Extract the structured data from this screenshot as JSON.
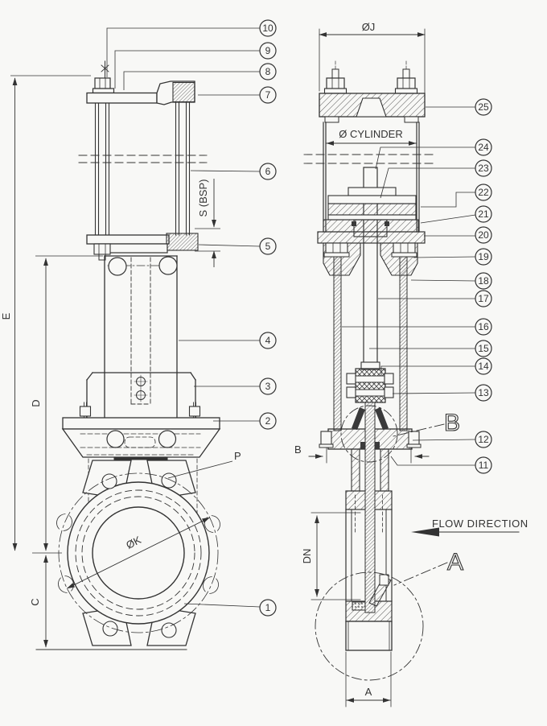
{
  "labels": {
    "dim_e": "E",
    "dim_d": "D",
    "dim_c": "C",
    "dim_p": "P",
    "dim_k": "ØK",
    "dim_s_bsp": "S (BSP)",
    "dim_j": "ØJ",
    "dim_cylinder": "Ø CYLINDER",
    "dim_dn": "DN",
    "dim_a": "A",
    "flow": "FLOW DIRECTION",
    "detail_a": "A",
    "detail_b": "B",
    "section_b": "B"
  },
  "callouts": {
    "c1": "1",
    "c2": "2",
    "c3": "3",
    "c4": "4",
    "c5": "5",
    "c6": "6",
    "c7": "7",
    "c8": "8",
    "c9": "9",
    "c10": "10",
    "c11": "11",
    "c12": "12",
    "c13": "13",
    "c14": "14",
    "c15": "15",
    "c16": "16",
    "c17": "17",
    "c18": "18",
    "c19": "19",
    "c20": "20",
    "c21": "21",
    "c22": "22",
    "c23": "23",
    "c24": "24",
    "c25": "25"
  },
  "colors": {
    "line": "#333333",
    "background": "#f8f8f6"
  }
}
